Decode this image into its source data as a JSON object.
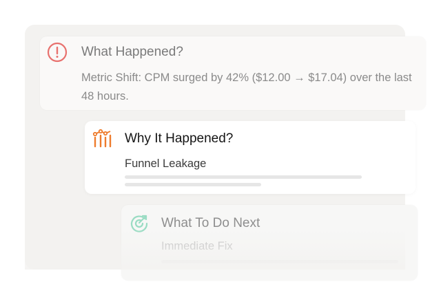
{
  "cards": [
    {
      "icon": "alert-circle-icon",
      "title": "What Happened?",
      "body": "Metric Shift: CPM surged by 42% ($12.00 → $17.04) over the last 48 hours."
    },
    {
      "icon": "funnel-chart-icon",
      "title": "Why It Happened?",
      "subtitle": "Funnel Leakage"
    },
    {
      "icon": "target-arrow-icon",
      "title": "What To Do Next",
      "subtitle": "Immediate Fix"
    }
  ],
  "colors": {
    "alert": "#e8716e",
    "orange": "#ee7b2c",
    "green": "#7bd3b3"
  }
}
